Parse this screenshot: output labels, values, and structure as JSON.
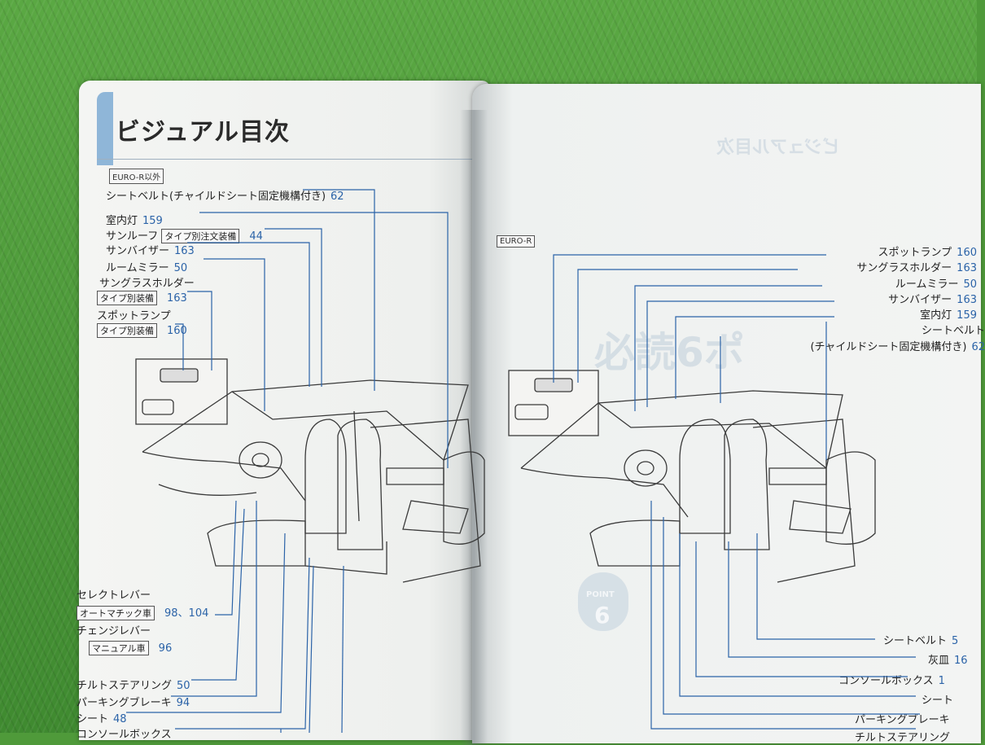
{
  "left_page": {
    "title": "ビジュアル目次",
    "variant_badge": "EURO-R以外",
    "top_items": [
      {
        "text": "シートベルト(チャイルドシート固定機構付き)",
        "page": "62"
      },
      {
        "text": "室内灯",
        "page": "159"
      },
      {
        "text": "サンルーフ",
        "tag": "タイプ別注文装備",
        "page": "44"
      },
      {
        "text": "サンバイザー",
        "page": "163"
      },
      {
        "text": "ルームミラー",
        "page": "50"
      },
      {
        "text": "サングラスホルダー",
        "page": ""
      },
      {
        "text": "",
        "tag": "タイプ別装備",
        "page": "163"
      },
      {
        "text": "スポットランプ",
        "page": ""
      },
      {
        "text": "",
        "tag": "タイプ別装備",
        "page": "160"
      }
    ],
    "bottom_items": [
      {
        "text": "セレクトレバー",
        "page": ""
      },
      {
        "text": "",
        "tag": "オートマチック車",
        "page": "98、104"
      },
      {
        "text": "チェンジレバー",
        "page": ""
      },
      {
        "text": "",
        "tag": "マニュアル車",
        "page": "96"
      },
      {
        "text": "チルトステアリング",
        "page": "50"
      },
      {
        "text": "パーキングブレーキ",
        "page": "94"
      },
      {
        "text": "シート",
        "page": "48"
      },
      {
        "text": "コンソールボックス",
        "page": ""
      }
    ]
  },
  "right_page": {
    "ghost_heading": "ビジュアル目次",
    "variant_badge": "EURO-R",
    "top_items": [
      {
        "text": "スポットランプ",
        "page": "160"
      },
      {
        "text": "サングラスホルダー",
        "page": "163"
      },
      {
        "text": "ルームミラー",
        "page": "50"
      },
      {
        "text": "サンバイザー",
        "page": "163"
      },
      {
        "text": "室内灯",
        "page": "159"
      },
      {
        "text": "シートベルト",
        "page": ""
      },
      {
        "text": "(チャイルドシート固定機構付き)",
        "page": "62"
      }
    ],
    "bottom_items": [
      {
        "text": "シートベルト",
        "page": "5"
      },
      {
        "text": "灰皿",
        "page": "16"
      },
      {
        "text": "コンソールボックス",
        "page": "1"
      },
      {
        "text": "シート",
        "page": ""
      },
      {
        "text": "パーキングブレーキ",
        "page": ""
      },
      {
        "text": "チルトステアリング",
        "page": ""
      }
    ],
    "showthrough": [
      "必読6ポ",
      "POINT",
      "6"
    ]
  },
  "colors": {
    "leader_line": "#2b63a8",
    "page_number": "#2b63a8",
    "turf": "#4f9a3a",
    "tab": "#8fb6d8"
  }
}
